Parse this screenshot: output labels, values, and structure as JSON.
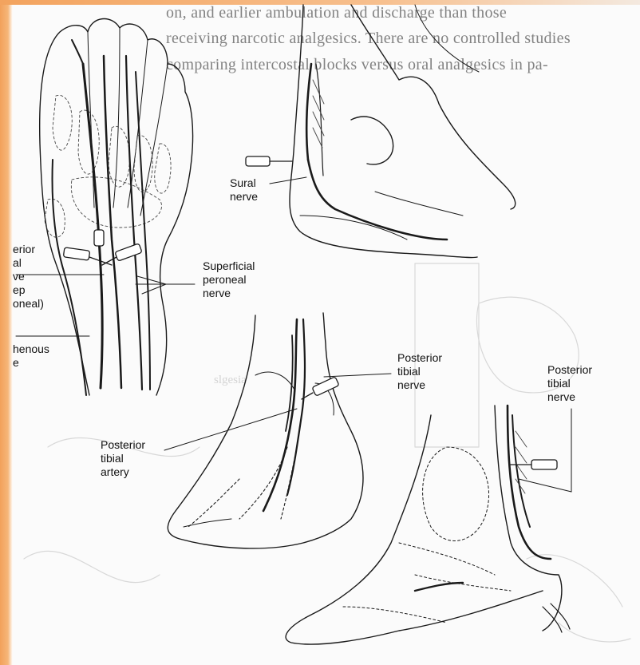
{
  "background_text": {
    "line1": "on, and earlier ambulation and discharge than those",
    "line2": "receiving narcotic analgesics. There are no controlled studies",
    "line3": "comparing intercostal blocks versus oral analgesics in pa-"
  },
  "ghost_text": "slgesia",
  "labels": {
    "sural_nerve": "Sural\nnerve",
    "superficial_peroneal": "Superficial\nperoneal\nnerve",
    "posterior_tibial_nerve_1": "Posterior\ntibial\nnerve",
    "posterior_tibial_nerve_2": "Posterior\ntibial\nnerve",
    "posterior_tibial_artery": "Posterior\ntibial\nartery",
    "deep_peroneal_cut": "erior\nal\nve\nep\noneal)",
    "saphenous_cut": "henous\ne"
  },
  "colors": {
    "frame": "#f2a15a",
    "ink": "#1a1a1a",
    "background_text": "#6d6d6d"
  }
}
